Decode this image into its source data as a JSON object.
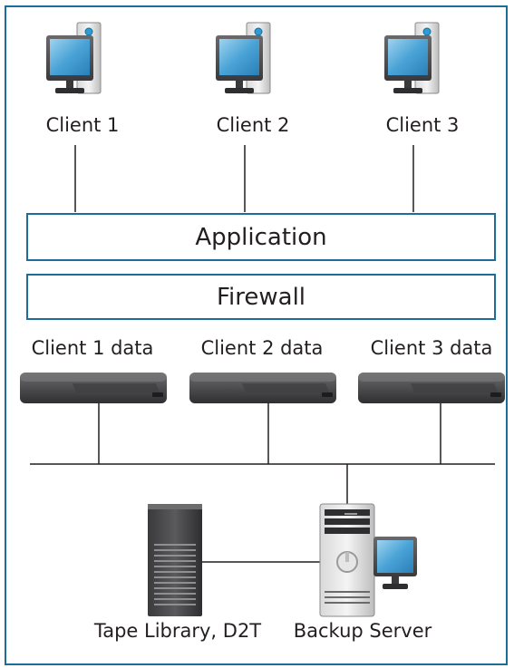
{
  "clients": [
    {
      "label": "Client 1"
    },
    {
      "label": "Client 2"
    },
    {
      "label": "Client 3"
    }
  ],
  "layers": {
    "application": "Application",
    "firewall": "Firewall"
  },
  "storage": [
    {
      "label": "Client 1 data"
    },
    {
      "label": "Client 2 data"
    },
    {
      "label": "Client 3 data"
    }
  ],
  "devices": {
    "tape_library": "Tape Library, D2T",
    "backup_server": "Backup Server"
  },
  "colors": {
    "frame": "#1b6e97",
    "line": "#231f20",
    "device_dark": "#4a4a4c",
    "screen_blue": "#4aa3d6"
  }
}
